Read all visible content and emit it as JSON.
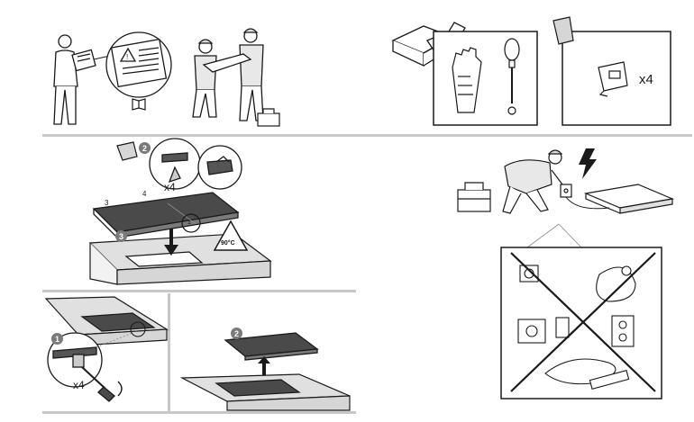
{
  "colors": {
    "line": "#1a1a1a",
    "separator": "#c8c8c8",
    "hob": "#4a4a4a",
    "counter": "#d6d6d6",
    "badge": "#7a7a7a"
  },
  "tools_panel": {
    "quantity": "x4"
  },
  "install_panel": {
    "clips_quantity": "x4",
    "step_2": "2",
    "step_3": "3",
    "edge_label_3": "3",
    "edge_label_4": "4",
    "corner_label_1": "1",
    "hot_surface_warning": "90°C"
  },
  "removal_panel": {
    "step_1": "1",
    "quantity": "x4"
  },
  "lift_panel": {
    "step_2": "2"
  },
  "icons": [
    "reader-icon",
    "manual-icon",
    "book-icon",
    "two-workers-icon",
    "toolbox-icon",
    "gloves-icon",
    "screwdriver-icon",
    "clip-box-icon",
    "electrician-icon",
    "lightning-icon",
    "socket-icon",
    "forbidden-accessories-icon"
  ]
}
